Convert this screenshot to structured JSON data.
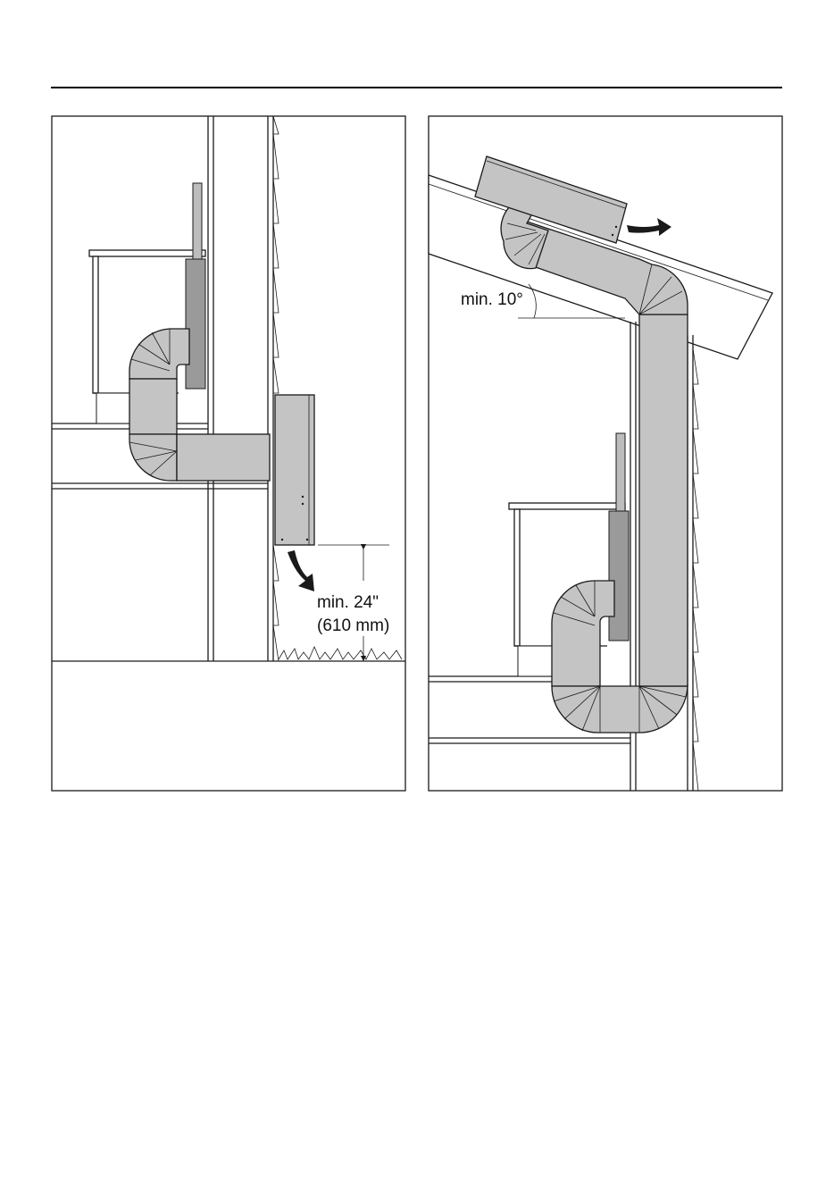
{
  "header": {
    "rule": true
  },
  "figures": [
    {
      "id": "wall-venting",
      "labels": {
        "clearance_line1": "min. 24\"",
        "clearance_line2": "(610 mm)"
      }
    },
    {
      "id": "roof-venting",
      "labels": {
        "roof_angle": "min. 10°"
      }
    }
  ],
  "colors": {
    "duct_fill": "#c4c4c4",
    "line": "#1a1a1a"
  }
}
